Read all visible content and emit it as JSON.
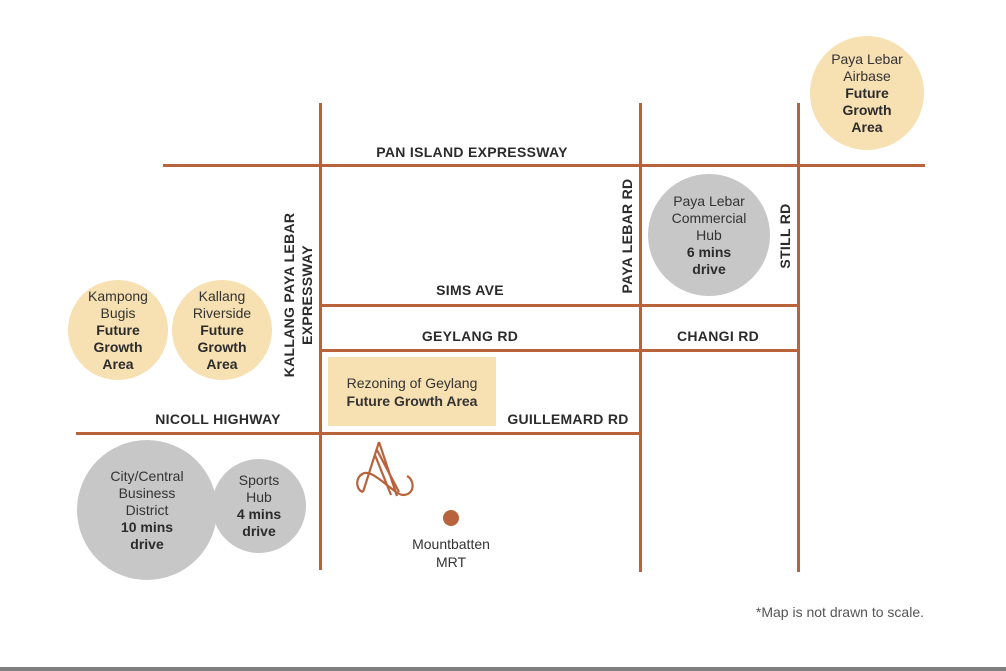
{
  "roads": {
    "pie": "PAN ISLAND EXPRESSWAY",
    "paya_lebar_rd": "PAYA LEBAR RD",
    "still_rd": "STILL RD",
    "kpe_line1": "KALLANG PAYA LEBAR",
    "kpe_line2": "EXPRESSWAY",
    "sims_ave": "SIMS AVE",
    "geylang_rd": "GEYLANG RD",
    "changi_rd": "CHANGI RD",
    "nicoll_highway": "NICOLL HIGHWAY",
    "guillemard_rd": "GUILLEMARD RD"
  },
  "places": {
    "airbase": {
      "name1": "Paya Lebar",
      "name2": "Airbase",
      "tag1": "Future",
      "tag2": "Growth",
      "tag3": "Area"
    },
    "commercial_hub": {
      "name1": "Paya Lebar",
      "name2": "Commercial",
      "name3": "Hub",
      "time": "6 mins",
      "unit": "drive"
    },
    "kampong_bugis": {
      "name1": "Kampong",
      "name2": "Bugis",
      "tag1": "Future",
      "tag2": "Growth",
      "tag3": "Area"
    },
    "kallang_riverside": {
      "name1": "Kallang",
      "name2": "Riverside",
      "tag1": "Future",
      "tag2": "Growth",
      "tag3": "Area"
    },
    "cbd": {
      "name1": "City/Central",
      "name2": "Business",
      "name3": "District",
      "time": "10 mins",
      "unit": "drive"
    },
    "sports_hub": {
      "name1": "Sports",
      "name2": "Hub",
      "time": "4 mins",
      "unit": "drive"
    },
    "rezoning": {
      "name": "Rezoning of Geylang",
      "tag": "Future Growth Area"
    },
    "mrt": {
      "name1": "Mountbatten",
      "name2": "MRT"
    }
  },
  "colors": {
    "road": "#b8633c",
    "beige": "#f7e0b2",
    "gray": "#c7c7c7"
  },
  "footnote": "*Map is not drawn to scale."
}
